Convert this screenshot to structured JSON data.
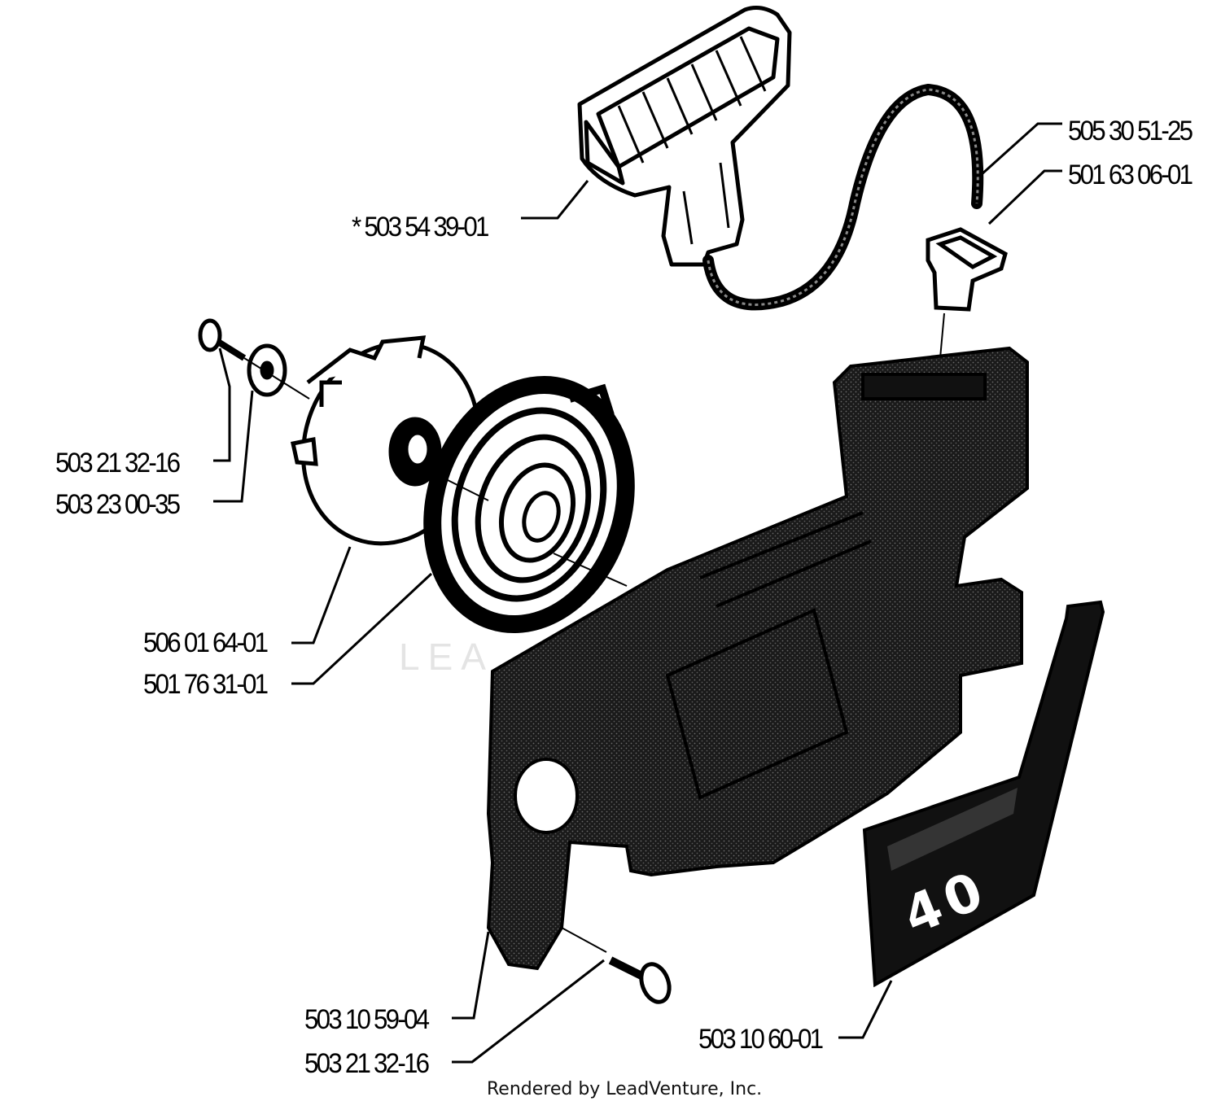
{
  "labels": {
    "handle": "* 503 54 39-01",
    "cable": "505 30 51-25",
    "grommet": "501 63 06-01",
    "screw_top": "503 21 32-16",
    "washer": "503 23 00-35",
    "starter_pulley": "506 01 64-01",
    "recoil_spring": "501 76 31-01",
    "housing": "503 10 59-04",
    "screw_bottom": "503 21 32-16",
    "decal": "503 10 60-01"
  },
  "decal": {
    "model_number": "40"
  },
  "watermark": "LEA",
  "footer": "Rendered by LeadVenture, Inc."
}
